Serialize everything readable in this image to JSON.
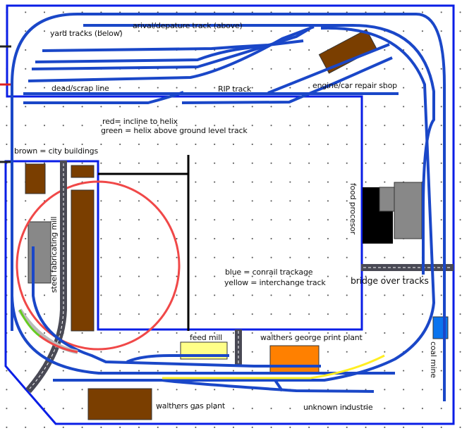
{
  "title": "layout track plan",
  "labels": {
    "arrival": "arival/depature track (above)",
    "yard": "yard tracks (below)",
    "dead": "dead/scrap line",
    "rip": "RIP track",
    "engine_shop": "engine/car repair shop",
    "legend_red": "red= incline to helix",
    "legend_green": "green = helix above ground level track",
    "legend_brown": "brown = city buildings",
    "steel": "steel fabricating mill",
    "food": "food procesor",
    "legend_blue": "blue = conrail trackage",
    "legend_yellow": "yellow = interchange track",
    "bridge": "bridge over tracks",
    "feed_mill": "feed mill",
    "print_plant": "walthers george print plant",
    "coal": "coal mine",
    "gas": "walthers gas plant",
    "unknown": "unknown industrie"
  },
  "colors": {
    "conrail": "#1a47c8",
    "interchange": "#ffff33",
    "incline": "#f04848",
    "helix": "#66cc22",
    "buildings": "#7a3e00",
    "boundary": "#0a1ee6"
  }
}
